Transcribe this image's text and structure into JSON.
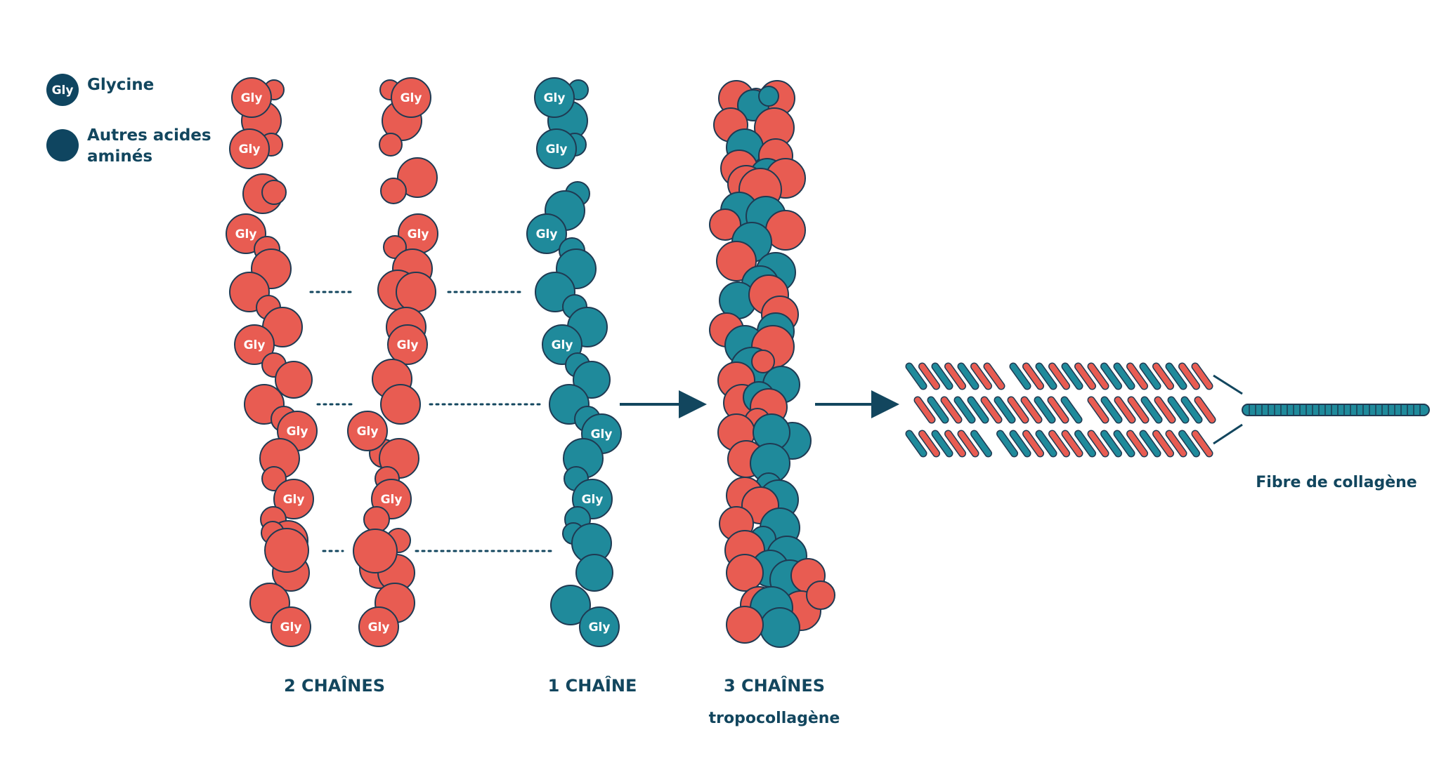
{
  "legend": {
    "glycine_badge": "Gly",
    "glycine_label": "Glycine",
    "other_label_line1": "Autres acides",
    "other_label_line2": "aminés"
  },
  "gly_text": "Gly",
  "labels": {
    "two_chains": "2 CHAÎNES",
    "one_chain": "1 CHAÎNE",
    "three_chains": "3 CHAÎNES",
    "tropocollagen": "tropocollagène",
    "fiber": "Fibre de collagène"
  },
  "colors": {
    "red": "#e85c52",
    "teal": "#1f8a9b",
    "navy": "#0f4560",
    "stroke": "#1f3a52"
  }
}
